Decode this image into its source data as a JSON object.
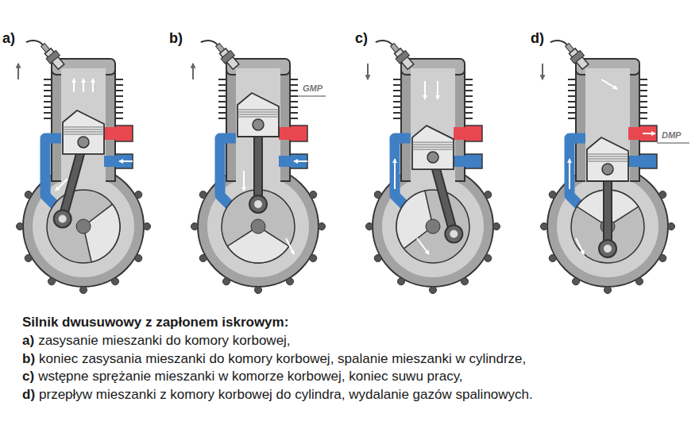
{
  "diagram": {
    "caption": "Silnik dwusuwowy z zapłonem iskrowym:",
    "labels": [
      "a)",
      "b)",
      "c)",
      "d)",
      "GMP",
      "DMP",
      "a)",
      "zasysanie mieszanki do komory korbowej,",
      "b)",
      "koniec zasysania mieszanki do komory korbowej, spalanie mieszanki w cylindrze,",
      "c)",
      "wstępne sprężanie mieszanki w komorze korbowej, koniec suwu pracy,",
      "d)",
      "przepływ mieszanki z komory korbowej do cylindra, wydalanie gazów spalinowych."
    ]
  }
}
